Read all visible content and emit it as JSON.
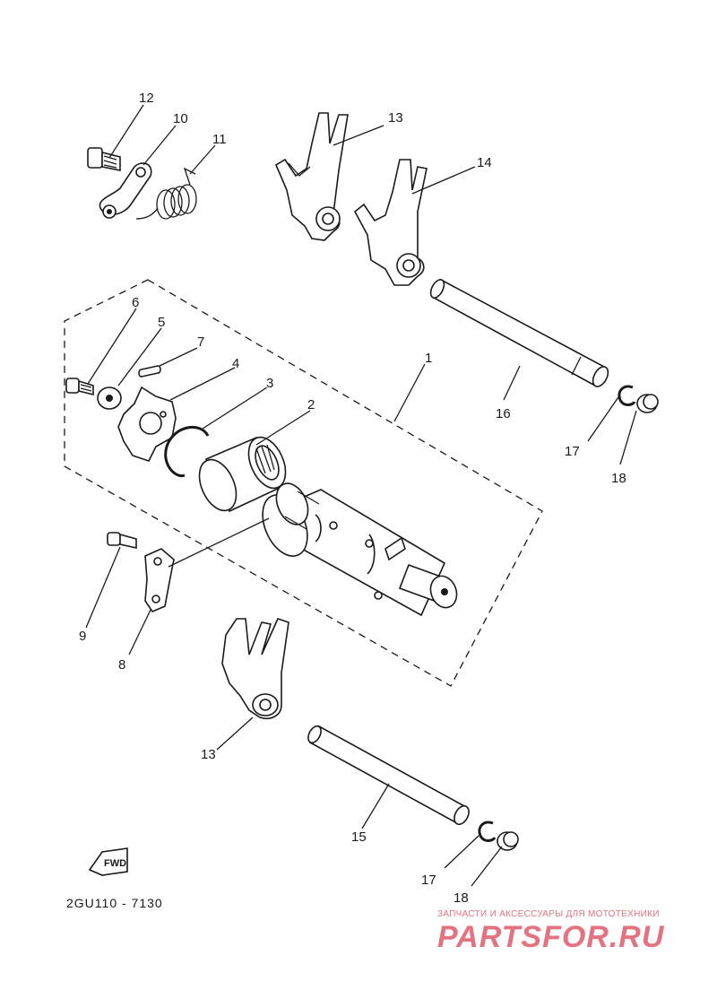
{
  "diagram": {
    "code": "2GU110 - 7130",
    "fwd_label": "FWD",
    "callouts": {
      "c1": "1",
      "c2": "2",
      "c3": "3",
      "c4": "4",
      "c5": "5",
      "c6": "6",
      "c7": "7",
      "c8": "8",
      "c9": "9",
      "c10": "10",
      "c11": "11",
      "c12": "12",
      "c13a": "13",
      "c13b": "13",
      "c14": "14",
      "c15": "15",
      "c16": "16",
      "c17a": "17",
      "c17b": "17",
      "c18a": "18",
      "c18b": "18"
    }
  },
  "watermark": {
    "tagline": "ЗАПЧАСТИ И АКСЕССУАРЫ ДЛЯ МОТОТЕХНИКИ",
    "logo": "PARTSFOR.RU",
    "color": "#e05a6a"
  }
}
